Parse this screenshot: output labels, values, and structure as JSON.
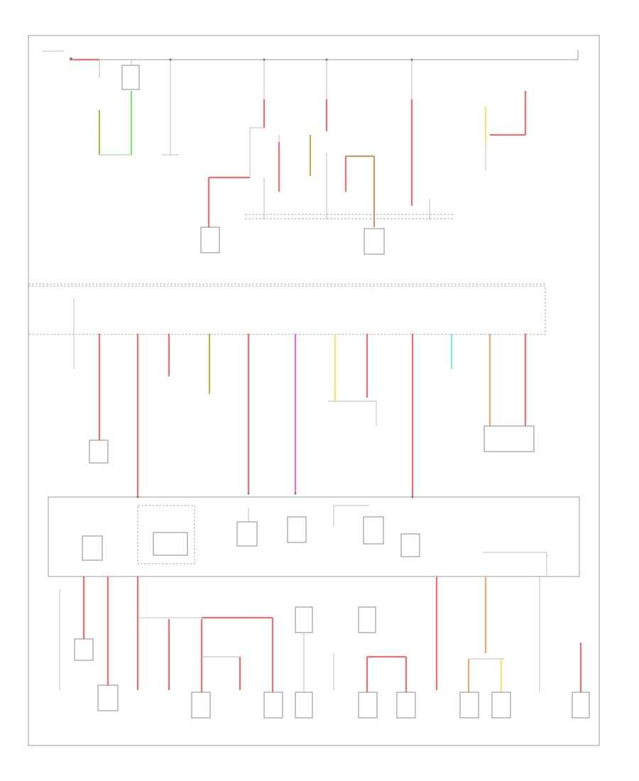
{
  "diagram": {
    "title": "",
    "colors": {
      "frame": "#9a9a9a",
      "wire_default": "#bdbdbd",
      "red": "#f26d6d",
      "pink": "#f06ae8",
      "green": "#86e07a",
      "olive": "#b8b24a",
      "yellow": "#f2e66e",
      "orange": "#f0a86e",
      "cyan": "#7ee8f0",
      "tan": "#c49a6c"
    },
    "sections": [
      "top-fuse-panel",
      "middle-fuse-block",
      "lower-fuse-block",
      "loads"
    ],
    "page_number": ""
  }
}
